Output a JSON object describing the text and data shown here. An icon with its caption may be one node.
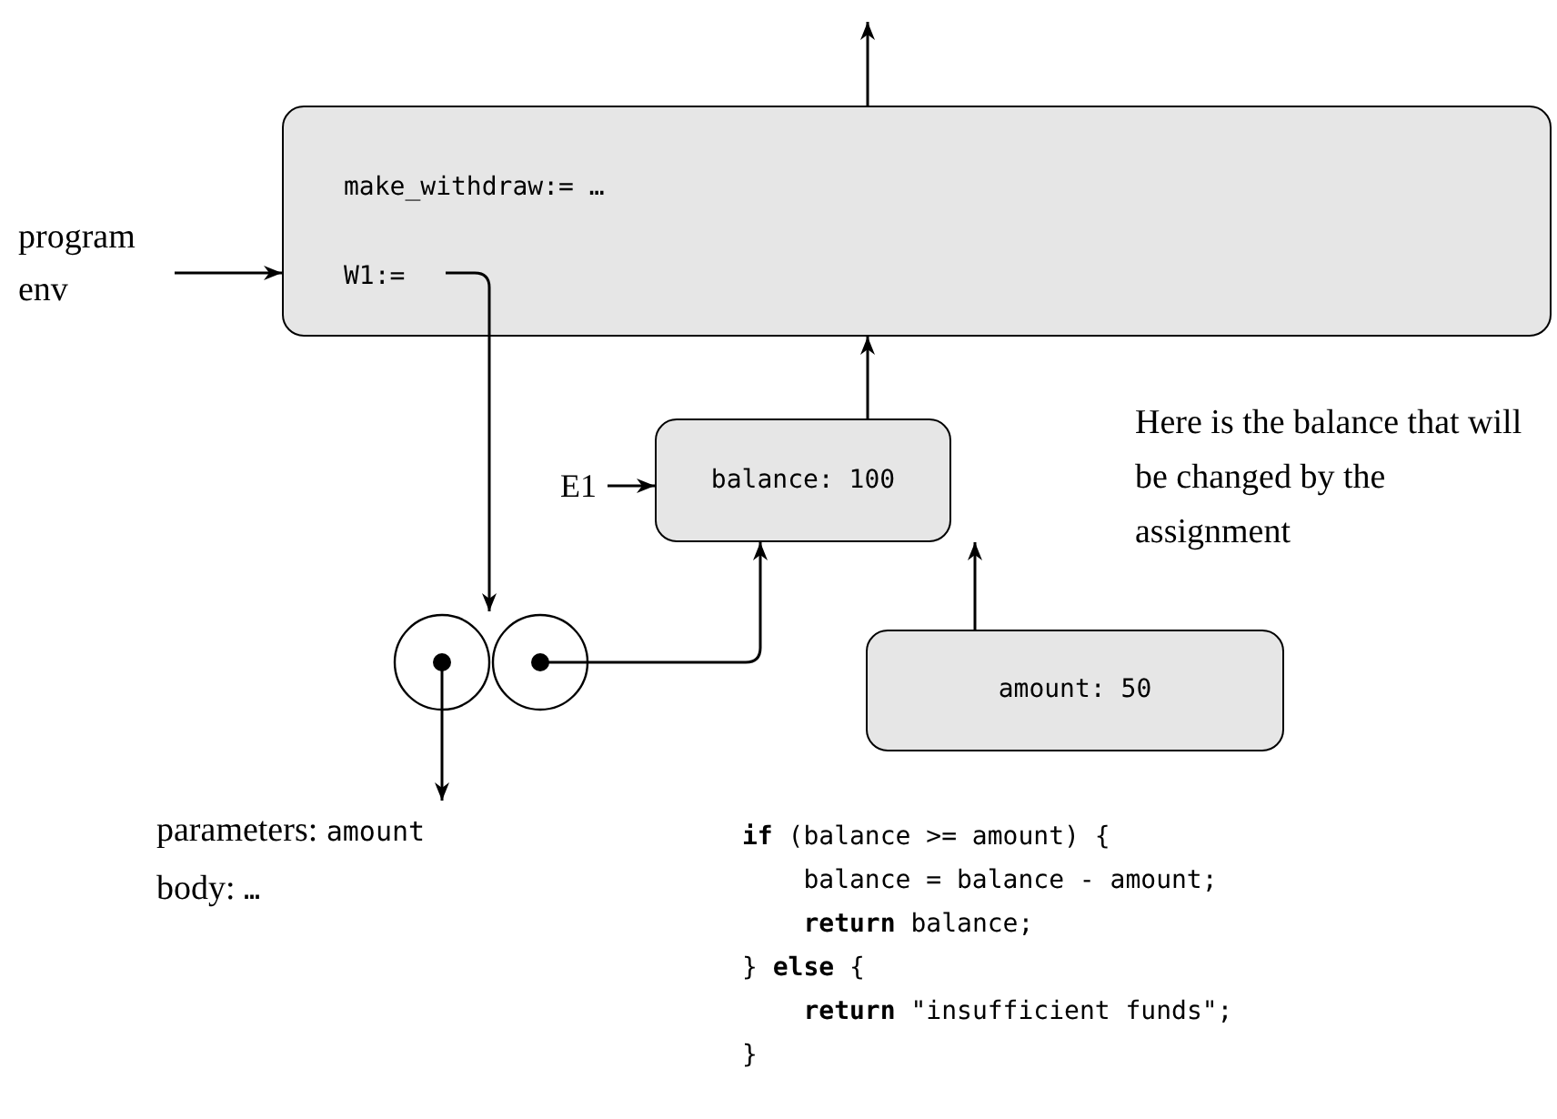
{
  "diagram": {
    "nodes": [
      {
        "text": [
          "make_withdraw:= …",
          "W1:="
        ]
      },
      {
        "text": [
          "program env"
        ]
      },
      {
        "text": [
          "balance: 100"
        ]
      },
      {
        "text": [
          "E1"
        ]
      },
      {
        "text": [
          "amount: 50"
        ]
      },
      {
        "text": [],
        "shape": "circle"
      },
      {
        "text": [],
        "shape": "circle"
      },
      {
        "text": [
          "parameters: amount",
          "body: …"
        ]
      }
    ],
    "edges": [
      {
        "from": 1,
        "to": 0,
        "arrow": "to"
      },
      {
        "from": 0,
        "to": null,
        "arrow": "to"
      },
      {
        "from": 2,
        "to": 0,
        "arrow": "to"
      },
      {
        "from": 3,
        "to": 2,
        "arrow": "to"
      },
      {
        "from": 4,
        "to": 2,
        "arrow": "to"
      },
      {
        "from": 0,
        "to": 5,
        "arrow": "to"
      },
      {
        "from": 6,
        "to": 2,
        "arrow": "to"
      },
      {
        "from": 5,
        "to": 7,
        "arrow": "to"
      }
    ],
    "labels": [
      "Here is the balance that will be changed by the assignment",
      "**if** (balance >= amount) {",
      "    balance = balance - amount;",
      "    **return** balance;",
      "} **else** {",
      "    **return** \"insufficient funds\";",
      "}"
    ]
  }
}
